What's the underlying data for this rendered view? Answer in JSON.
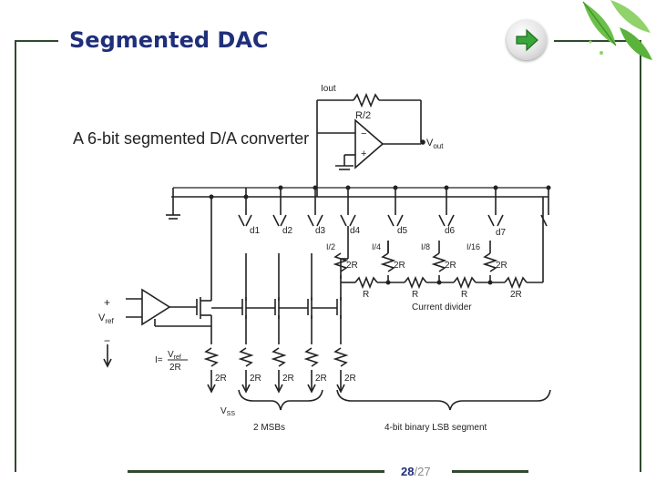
{
  "slide": {
    "title": "Segmented DAC",
    "page_current": "28",
    "page_separator": "/",
    "page_total": "27"
  },
  "colors": {
    "title": "#1f2f7a",
    "frame": "#2f4a2f",
    "nav_arrow": "#3aa63a",
    "leaf": "#6cc04a"
  },
  "icons": {
    "nav": "green-right-arrow-icon",
    "decoration": "green-leaves"
  },
  "diagram": {
    "heading": "A 6-bit segmented D/A converter",
    "iout": "Iout",
    "feedback_resistor": "R/2",
    "vout": "V",
    "vout_sub": "out",
    "switches": [
      "d1",
      "d2",
      "d3",
      "d4",
      "d5",
      "d6",
      "d7"
    ],
    "currents": [
      "I/2",
      "I/4",
      "I/8",
      "I/16"
    ],
    "divider_shunt": [
      "2R",
      "2R",
      "2R",
      "2R"
    ],
    "divider_series": [
      "R",
      "R",
      "R",
      "2R"
    ],
    "current_divider": "Current divider",
    "vref": "V",
    "vref_sub": "ref",
    "plus": "+",
    "minus": "−",
    "eq_lhs": "I=",
    "eq_num": "V",
    "eq_num_sub": "ref",
    "eq_den": "2R",
    "bottom_resistors": [
      "2R",
      "2R",
      "2R",
      "2R",
      "2R"
    ],
    "vss": "V",
    "vss_sub": "SS",
    "msb_label": "2 MSBs",
    "lsb_label": "4-bit binary LSB segment"
  }
}
